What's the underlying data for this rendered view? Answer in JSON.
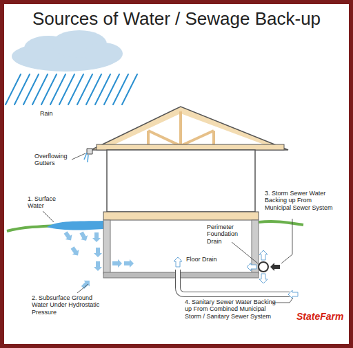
{
  "diagram": {
    "title": "Sources of Water / Sewage Back-up",
    "labels": [
      "Rain",
      "Overflowing Gutters",
      "1. Surface Water",
      "2. Subsurface Ground Water Under Hydrostatic Pressure",
      "3. Storm Sewer Water Backing up From Municipal Sewer System",
      "Perimeter Foundation Drain",
      "Floor Drain",
      "4. Sanitary Sewer Water Backing up From Combined Municipal Storm / Sanitary Sewer System",
      "StateFarm"
    ]
  }
}
